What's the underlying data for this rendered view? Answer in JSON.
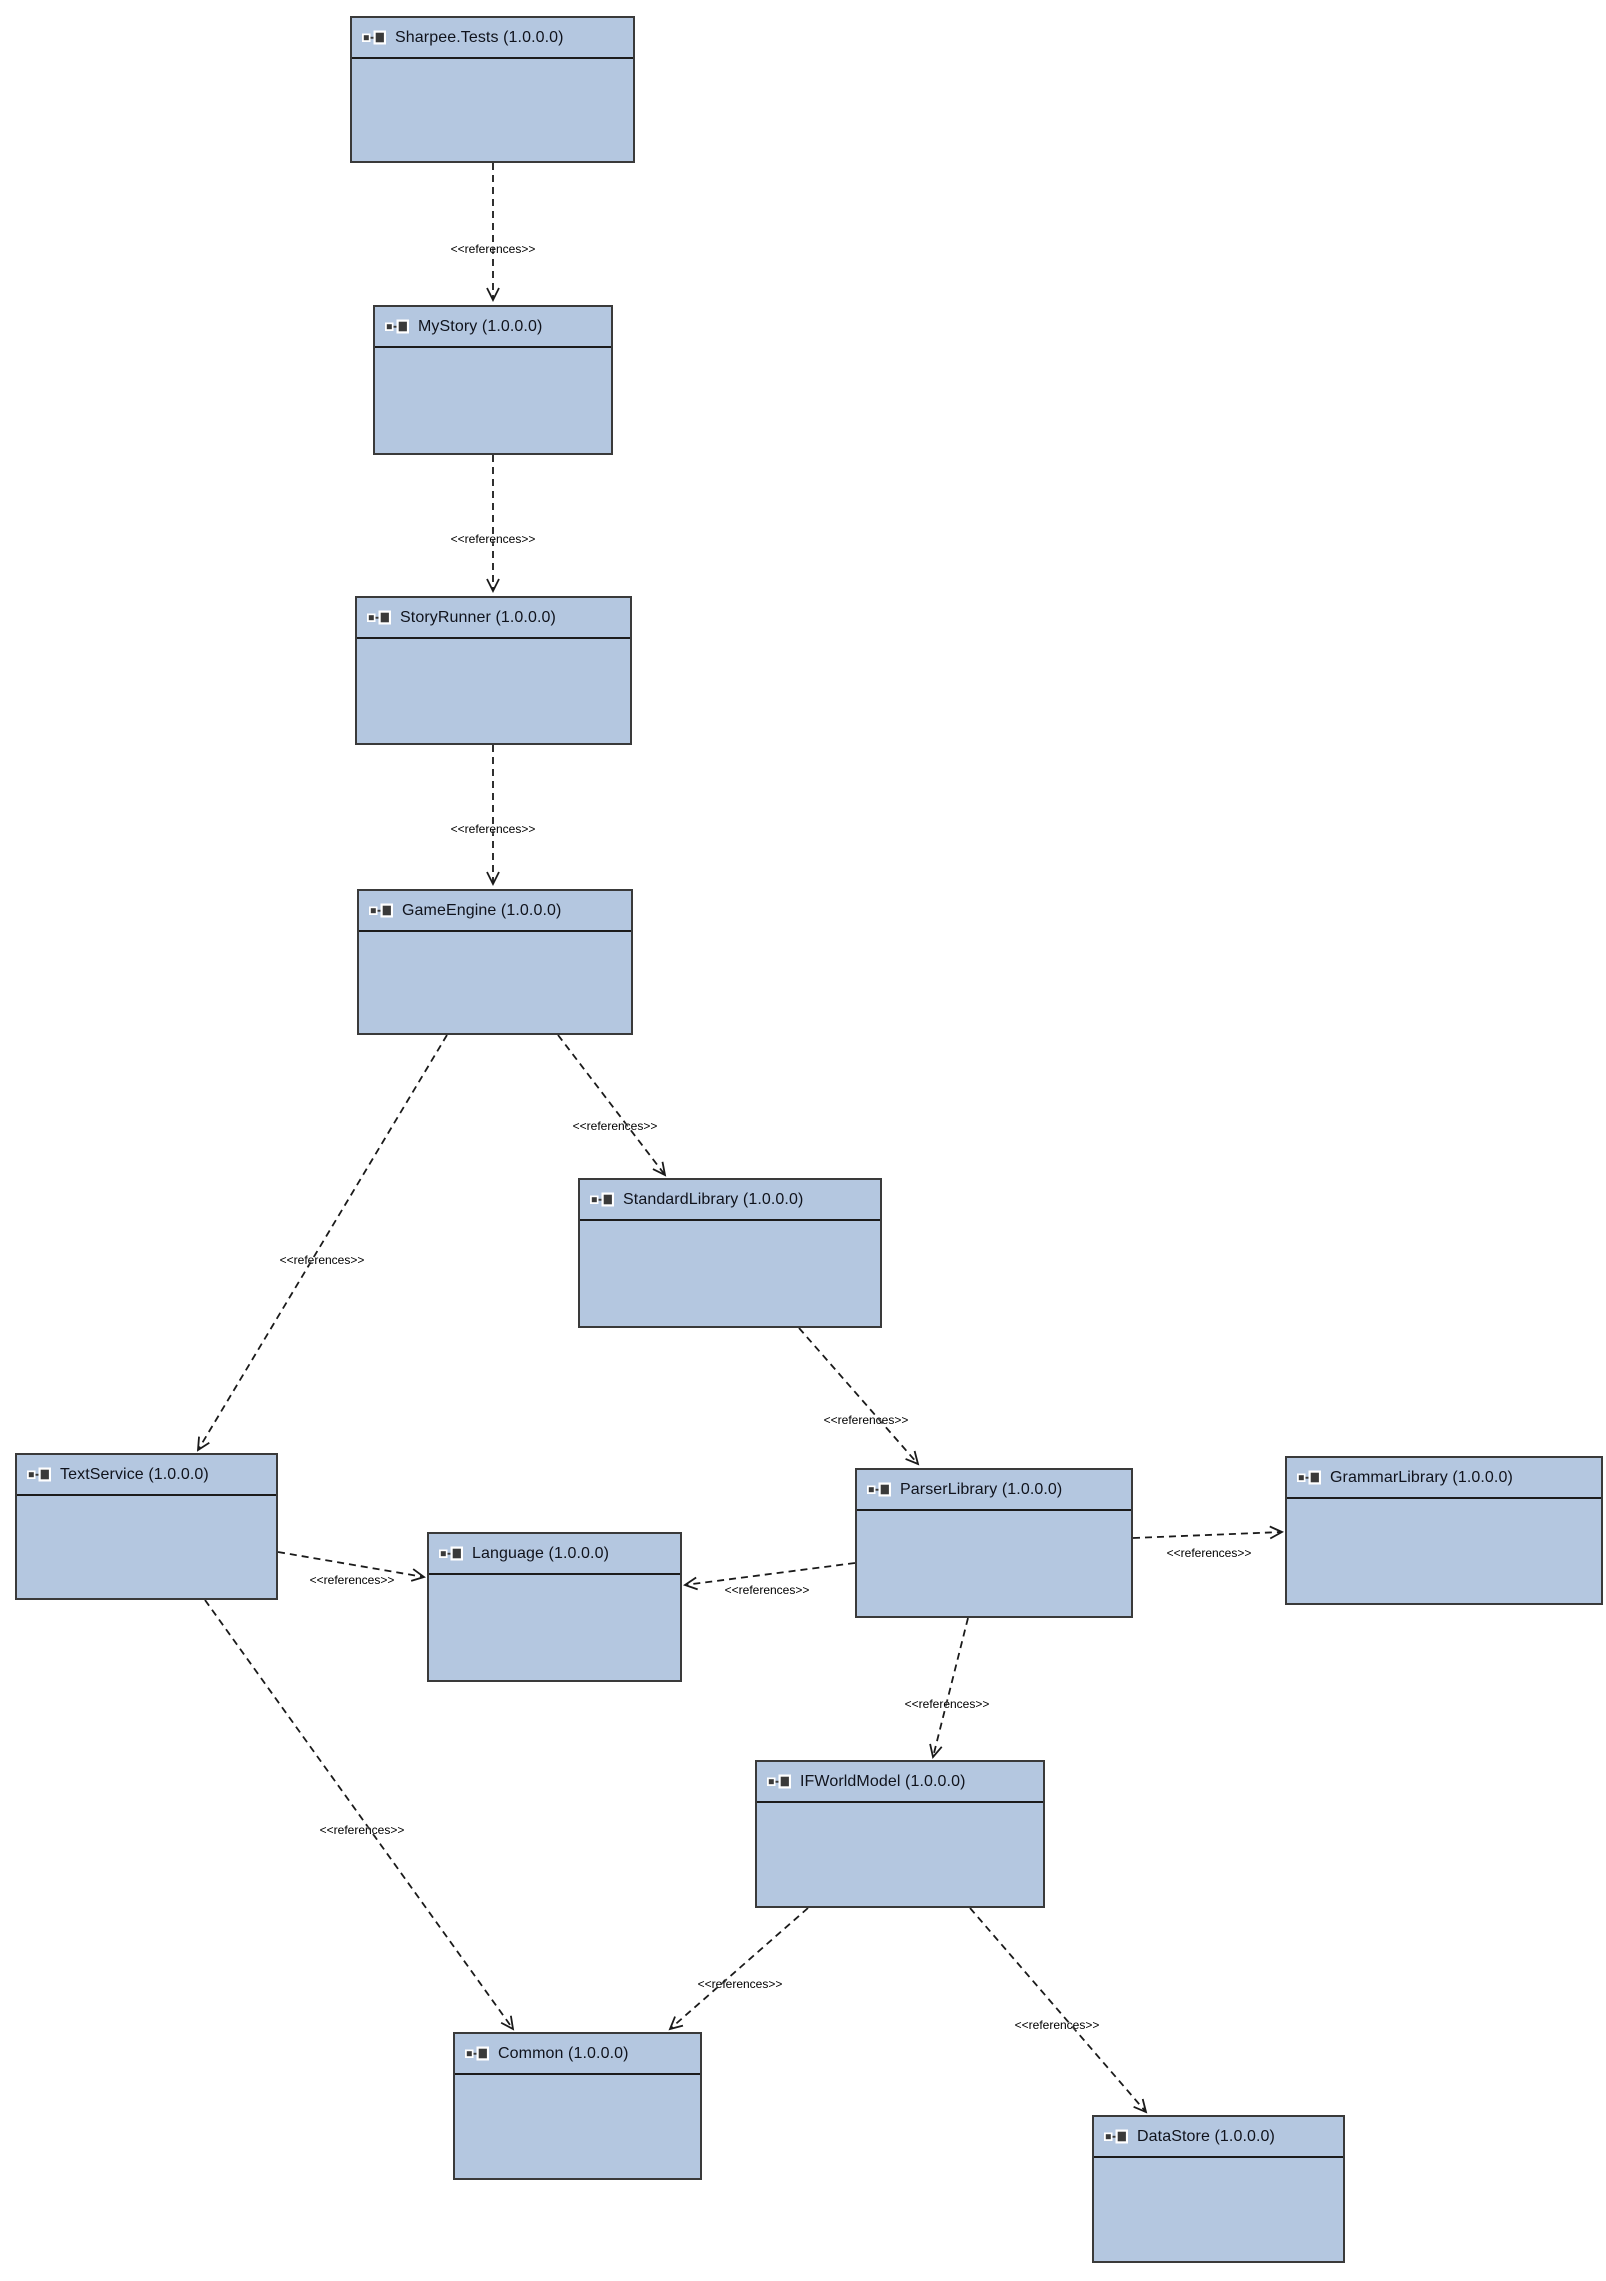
{
  "diagram": {
    "type": "uml-assembly-dependency-diagram",
    "canvas_background": "#ffffff",
    "node_style": {
      "fill": "#b4c7e0",
      "border": "#3a3a3a",
      "title_color": "#10131c"
    },
    "edge_style": {
      "color": "#1a1a1a",
      "pattern": "dashed",
      "arrowhead": "open"
    },
    "nodes": [
      {
        "id": "sharpee-tests",
        "title": "Sharpee.Tests (1.0.0.0)",
        "icon": "assembly-icon"
      },
      {
        "id": "mystory",
        "title": "MyStory (1.0.0.0)",
        "icon": "assembly-icon"
      },
      {
        "id": "storyrunner",
        "title": "StoryRunner (1.0.0.0)",
        "icon": "assembly-icon"
      },
      {
        "id": "gameengine",
        "title": "GameEngine (1.0.0.0)",
        "icon": "assembly-icon"
      },
      {
        "id": "standardlibrary",
        "title": "StandardLibrary (1.0.0.0)",
        "icon": "assembly-icon"
      },
      {
        "id": "textservice",
        "title": "TextService (1.0.0.0)",
        "icon": "assembly-icon"
      },
      {
        "id": "parserlibrary",
        "title": "ParserLibrary (1.0.0.0)",
        "icon": "assembly-icon"
      },
      {
        "id": "grammarlibrary",
        "title": "GrammarLibrary (1.0.0.0)",
        "icon": "assembly-icon"
      },
      {
        "id": "language",
        "title": "Language (1.0.0.0)",
        "icon": "assembly-icon"
      },
      {
        "id": "ifworldmodel",
        "title": "IFWorldModel (1.0.0.0)",
        "icon": "assembly-icon"
      },
      {
        "id": "common",
        "title": "Common (1.0.0.0)",
        "icon": "assembly-icon"
      },
      {
        "id": "datastore",
        "title": "DataStore (1.0.0.0)",
        "icon": "assembly-icon"
      }
    ],
    "edges": [
      {
        "from": "Sharpee.Tests",
        "to": "MyStory",
        "label": "<<references>>"
      },
      {
        "from": "MyStory",
        "to": "StoryRunner",
        "label": "<<references>>"
      },
      {
        "from": "StoryRunner",
        "to": "GameEngine",
        "label": "<<references>>"
      },
      {
        "from": "GameEngine",
        "to": "StandardLibrary",
        "label": "<<references>>"
      },
      {
        "from": "GameEngine",
        "to": "TextService",
        "label": "<<references>>"
      },
      {
        "from": "StandardLibrary",
        "to": "ParserLibrary",
        "label": "<<references>>"
      },
      {
        "from": "TextService",
        "to": "Language",
        "label": "<<references>>"
      },
      {
        "from": "ParserLibrary",
        "to": "Language",
        "label": "<<references>>"
      },
      {
        "from": "ParserLibrary",
        "to": "GrammarLibrary",
        "label": "<<references>>"
      },
      {
        "from": "ParserLibrary",
        "to": "IFWorldModel",
        "label": "<<references>>"
      },
      {
        "from": "TextService",
        "to": "Common",
        "label": "<<references>>"
      },
      {
        "from": "IFWorldModel",
        "to": "Common",
        "label": "<<references>>"
      },
      {
        "from": "IFWorldModel",
        "to": "DataStore",
        "label": "<<references>>"
      }
    ]
  }
}
